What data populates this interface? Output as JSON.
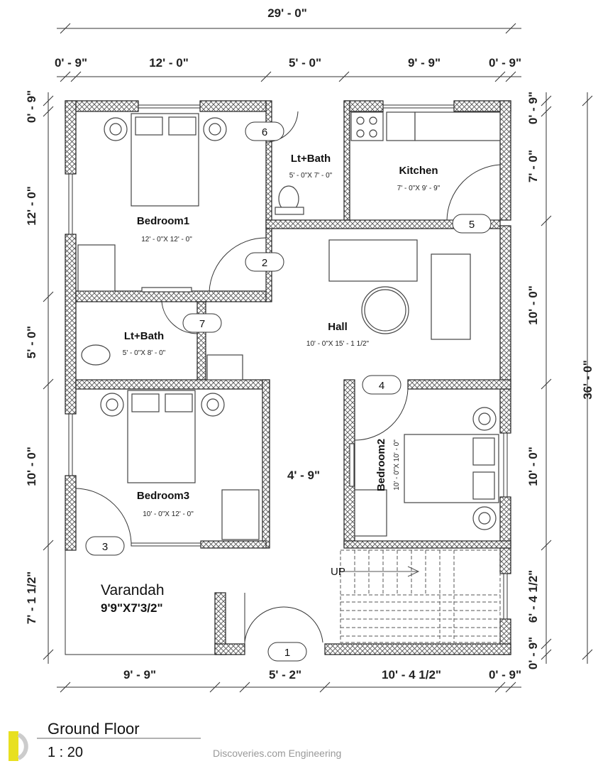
{
  "title": "Ground Floor",
  "scale": "1 : 20",
  "watermark": "Discoveries.com Engineering",
  "overall": {
    "width": "29' - 0\"",
    "depth": "36' - 0\""
  },
  "top_dims": [
    "0' - 9\"",
    "12' - 0\"",
    "5' - 0\"",
    "9' - 9\"",
    "0' - 9\""
  ],
  "left_dims": [
    "0' - 9\"",
    "12' - 0\"",
    "5' - 0\"",
    "10' - 0\"",
    "7' - 1 1/2\""
  ],
  "right_dims": [
    "0' - 9\"",
    "7' - 0\"",
    "10' - 0\"",
    "10' - 0\"",
    "6' - 4 1/2\"",
    "0' - 9\""
  ],
  "bottom_dims": [
    "9' - 9\"",
    "5' - 2\"",
    "10' - 4 1/2\"",
    "0' - 9\""
  ],
  "inner_dim": "4' - 9\"",
  "rooms": {
    "bedroom1": {
      "name": "Bedroom1",
      "size": "12' - 0\"X 12' - 0\""
    },
    "bath1": {
      "name": "Lt+Bath",
      "size": "5' - 0\"X 7' - 0\""
    },
    "kitchen": {
      "name": "Kitchen",
      "size": "7' - 0\"X 9' - 9\""
    },
    "hall": {
      "name": "Hall",
      "size": "10' - 0\"X 15' - 1 1/2\""
    },
    "bath2": {
      "name": "Lt+Bath",
      "size": "5' - 0\"X 8' - 0\""
    },
    "bedroom3": {
      "name": "Bedroom3",
      "size": "10' - 0\"X 12' - 0\""
    },
    "bedroom2": {
      "name": "Bedroom2",
      "size": "10' - 0\"X 10' - 0\""
    },
    "varandah": {
      "name": "Varandah",
      "size": "9'9\"X7'3/2\""
    }
  },
  "stairs_label": "UP",
  "door_tags": [
    "1",
    "2",
    "3",
    "4",
    "5",
    "6",
    "7"
  ]
}
